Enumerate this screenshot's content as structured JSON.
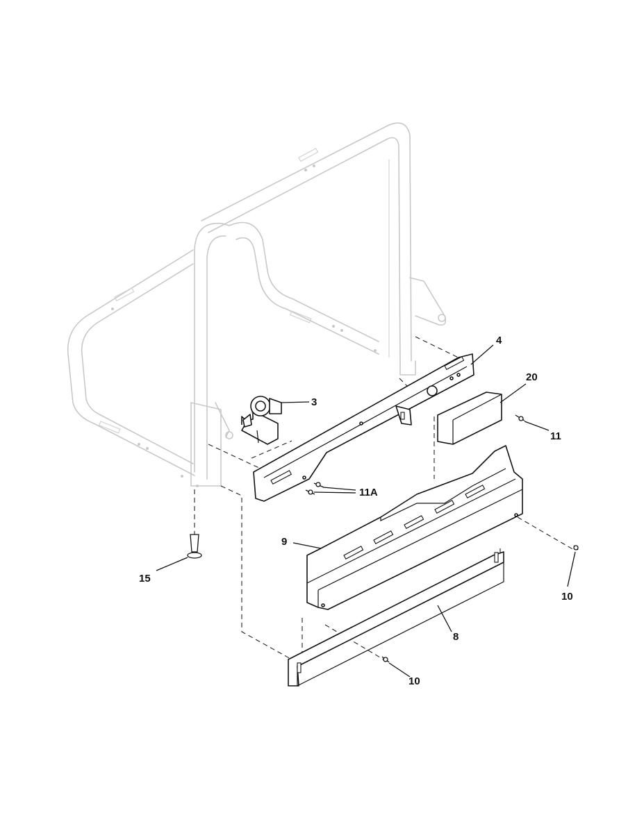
{
  "callouts": {
    "part_4": "4",
    "part_20": "20",
    "part_3": "3",
    "part_11": "11",
    "part_11a": "11A",
    "part_9": "9",
    "part_15": "15",
    "part_10_right": "10",
    "part_8": "8",
    "part_10_bottom": "10"
  },
  "colors": {
    "frame": "#c8c8c8",
    "part": "#111111",
    "background": "#ffffff"
  }
}
